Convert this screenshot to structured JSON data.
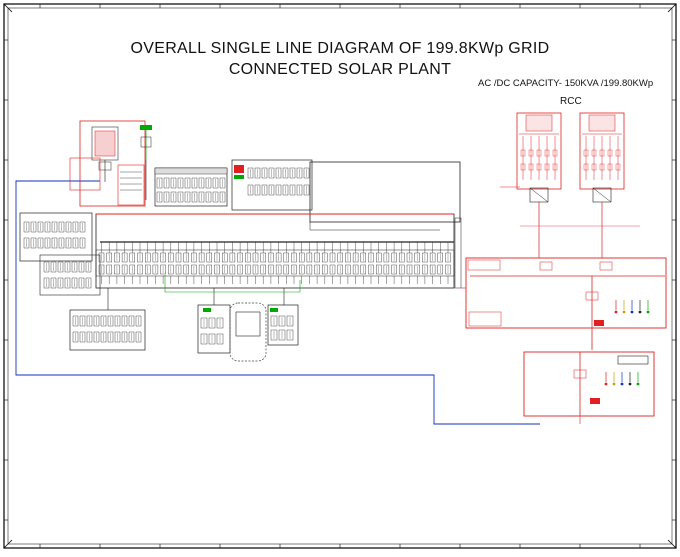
{
  "drawing": {
    "title_line1": "OVERALL SINGLE LINE DIAGRAM OF 199.8KWp GRID",
    "title_line2": "CONNECTED SOLAR PLANT",
    "capacity": "AC /DC CAPACITY- 150KVA /199.80KWp",
    "rcc_label": "RCC"
  },
  "colors": {
    "border": "#000000",
    "solar": "#e02020",
    "feeder": "#1030c0",
    "earth": "#00aa00",
    "wiring": "#222222"
  }
}
